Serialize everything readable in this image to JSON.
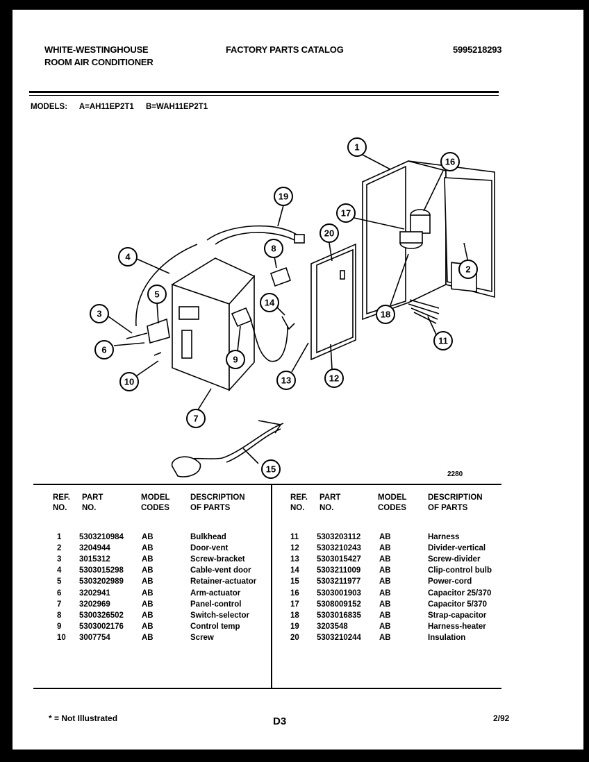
{
  "header": {
    "brand_line1": "WHITE-WESTINGHOUSE",
    "brand_line2": "ROOM AIR CONDITIONER",
    "catalog_title": "FACTORY PARTS CATALOG",
    "catalog_number": "5995218293"
  },
  "models": {
    "label": "MODELS:",
    "model_a": "A=AH11EP2T1",
    "model_b": "B=WAH11EP2T1"
  },
  "diagram": {
    "figure_code": "2280",
    "callouts": [
      "1",
      "2",
      "3",
      "4",
      "5",
      "6",
      "7",
      "8",
      "9",
      "10",
      "11",
      "12",
      "13",
      "14",
      "15",
      "16",
      "17",
      "18",
      "19",
      "20"
    ]
  },
  "table": {
    "headers": {
      "ref": [
        "REF.",
        "NO."
      ],
      "part": [
        "PART",
        "NO."
      ],
      "model": [
        "MODEL",
        "CODES"
      ],
      "desc": [
        "DESCRIPTION",
        "OF PARTS"
      ]
    },
    "left_rows": [
      {
        "ref": "1",
        "part": "5303210984",
        "codes": "AB",
        "desc": "Bulkhead"
      },
      {
        "ref": "2",
        "part": "3204944",
        "codes": "AB",
        "desc": "Door-vent"
      },
      {
        "ref": "3",
        "part": "3015312",
        "codes": "AB",
        "desc": "Screw-bracket"
      },
      {
        "ref": "4",
        "part": "5303015298",
        "codes": "AB",
        "desc": "Cable-vent door"
      },
      {
        "ref": "5",
        "part": "5303202989",
        "codes": "AB",
        "desc": "Retainer-actuator"
      },
      {
        "ref": "6",
        "part": "3202941",
        "codes": "AB",
        "desc": "Arm-actuator"
      },
      {
        "ref": "7",
        "part": "3202969",
        "codes": "AB",
        "desc": "Panel-control"
      },
      {
        "ref": "8",
        "part": "5300326502",
        "codes": "AB",
        "desc": "Switch-selector"
      },
      {
        "ref": "9",
        "part": "5303002176",
        "codes": "AB",
        "desc": "Control temp"
      },
      {
        "ref": "10",
        "part": "3007754",
        "codes": "AB",
        "desc": "Screw"
      }
    ],
    "right_rows": [
      {
        "ref": "11",
        "part": "5303203112",
        "codes": "AB",
        "desc": "Harness"
      },
      {
        "ref": "12",
        "part": "5303210243",
        "codes": "AB",
        "desc": "Divider-vertical"
      },
      {
        "ref": "13",
        "part": "5303015427",
        "codes": "AB",
        "desc": "Screw-divider"
      },
      {
        "ref": "14",
        "part": "5303211009",
        "codes": "AB",
        "desc": "Clip-control bulb"
      },
      {
        "ref": "15",
        "part": "5303211977",
        "codes": "AB",
        "desc": "Power-cord"
      },
      {
        "ref": "16",
        "part": "5303001903",
        "codes": "AB",
        "desc": "Capacitor 25/370"
      },
      {
        "ref": "17",
        "part": "5308009152",
        "codes": "AB",
        "desc": "Capacitor 5/370"
      },
      {
        "ref": "18",
        "part": "5303016835",
        "codes": "AB",
        "desc": "Strap-capacitor"
      },
      {
        "ref": "19",
        "part": "3203548",
        "codes": "AB",
        "desc": "Harness-heater"
      },
      {
        "ref": "20",
        "part": "5303210244",
        "codes": "AB",
        "desc": "Insulation"
      }
    ]
  },
  "footer": {
    "note": "* = Not Illustrated",
    "page": "D3",
    "date": "2/92"
  }
}
